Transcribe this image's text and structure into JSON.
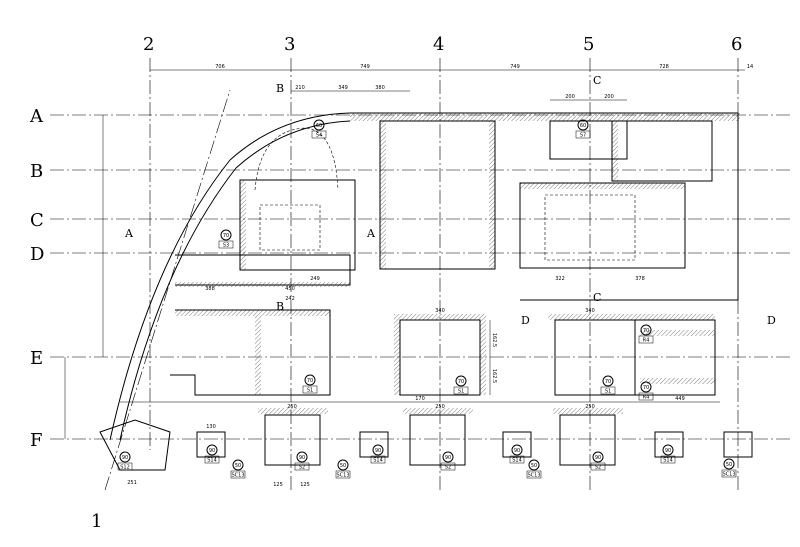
{
  "axes_numbers": [
    "2",
    "3",
    "4",
    "5",
    "6"
  ],
  "axes_letters": [
    "A",
    "B",
    "C",
    "D",
    "E",
    "F"
  ],
  "axis_1": "1",
  "top_dims": [
    "706",
    "749",
    "749",
    "728",
    "14"
  ],
  "sub_dims": [
    "210",
    "349",
    "380",
    "200",
    "200"
  ],
  "section_marks": {
    "a": "A",
    "b": "B",
    "c": "C",
    "d": "D"
  },
  "caps": [
    {
      "circle": "60",
      "tag": "S4"
    },
    {
      "circle": "60",
      "tag": "S7"
    },
    {
      "circle": "70",
      "tag": "S3"
    },
    {
      "circle": "70",
      "tag": "S1"
    },
    {
      "circle": "70",
      "tag": "S1"
    },
    {
      "circle": "70",
      "tag": "S1"
    },
    {
      "circle": "90",
      "tag": "S2"
    },
    {
      "circle": "90",
      "tag": "S2"
    },
    {
      "circle": "90",
      "tag": "S2"
    },
    {
      "circle": "90",
      "tag": "S12"
    },
    {
      "circle": "90",
      "tag": "S14"
    },
    {
      "circle": "90",
      "tag": "S14"
    },
    {
      "circle": "90",
      "tag": "S14"
    },
    {
      "circle": "90",
      "tag": "S14"
    },
    {
      "circle": "50",
      "tag": "SC13"
    },
    {
      "circle": "50",
      "tag": "SC13"
    },
    {
      "circle": "50",
      "tag": "SC13"
    },
    {
      "circle": "50",
      "tag": "SC13"
    },
    {
      "circle": "70",
      "tag": "R4"
    },
    {
      "circle": "70",
      "tag": "R4"
    }
  ],
  "cap_dims": {
    "w": "250",
    "half": "125",
    "side": "170",
    "h": "340",
    "hh": "162.5",
    "small": "130",
    "long": "449",
    "mid": "322",
    "mid2": "378",
    "d1": "388",
    "d2": "450",
    "d3": "242",
    "d4": "249",
    "d5": "251"
  }
}
